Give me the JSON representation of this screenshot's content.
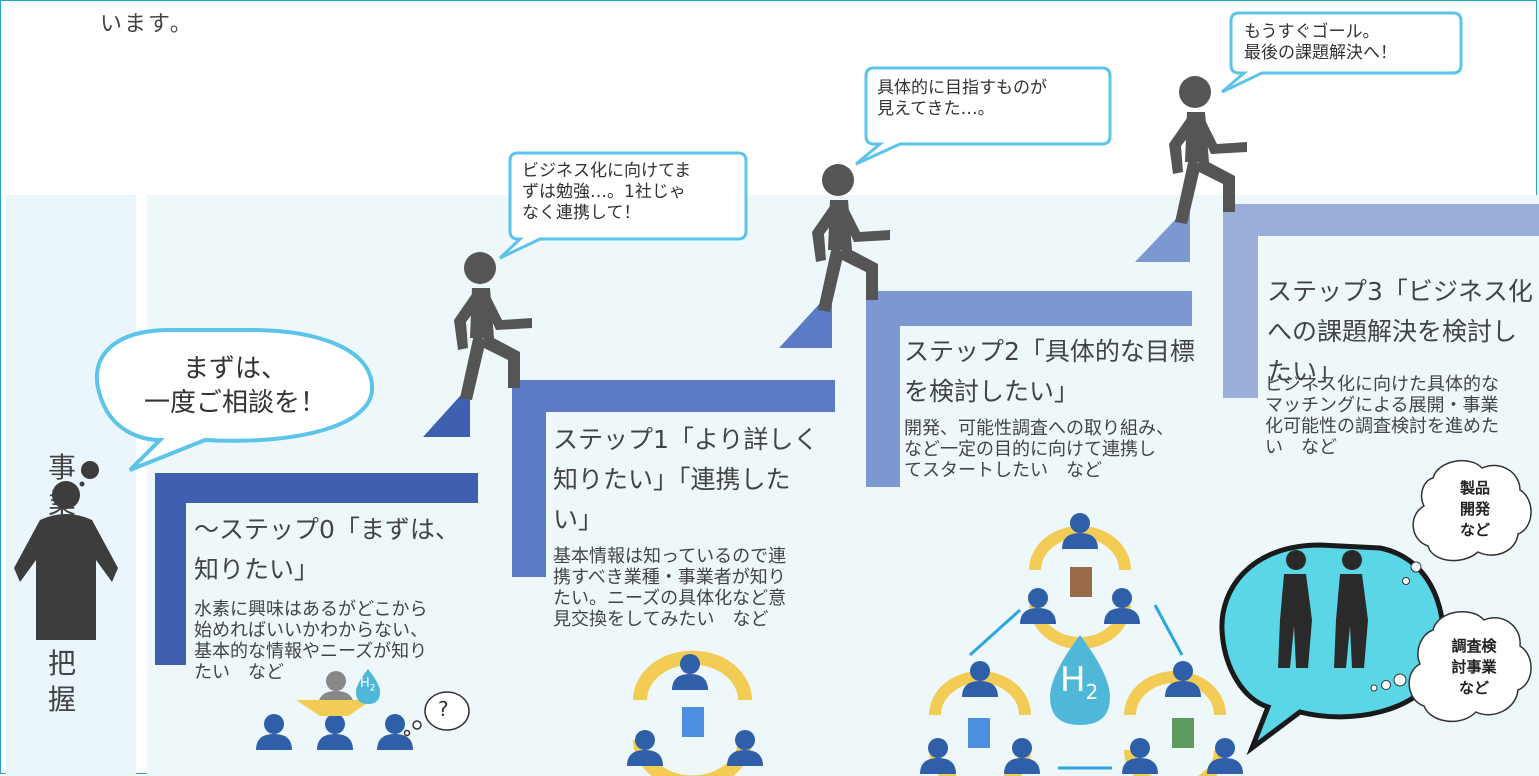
{
  "intro_text": "います。",
  "sidebar": {
    "top_label": "事業者の",
    "bottom_label": "を把握"
  },
  "start_bubble": {
    "line1": "まずは、",
    "line2": "一度ご相談を！"
  },
  "steps": [
    {
      "title_lines": [
        "～ステップ0「まずは、",
        "知りたい」"
      ],
      "desc_lines": [
        "水素に興味はあるがどこから",
        "始めればいいかわからない、",
        "基本的な情報やニーズが知り",
        "たい　など"
      ]
    },
    {
      "title_lines": [
        "ステップ1「より詳しく",
        "知りたい」「連携した",
        "い」"
      ],
      "desc_lines": [
        "基本情報は知っているので連",
        "携すべき業種・事業者が知り",
        "たい。ニーズの具体化など意",
        "見交換をしてみたい　など"
      ]
    },
    {
      "title_lines": [
        "ステップ2「具体的な目標",
        "を検討したい」"
      ],
      "desc_lines": [
        "開発、可能性調査への取り組み、",
        "など一定の目的に向けて連携し",
        "てスタートしたい　など"
      ]
    },
    {
      "title_lines": [
        "ステップ3「ビジネス化",
        "への課題解決を検討し",
        "たい」"
      ],
      "desc_lines": [
        "ビジネス化に向けた具体的な",
        "マッチングによる展開・事業",
        "化可能性の調査検討を進めた",
        "い　など"
      ]
    }
  ],
  "speech_bubbles": [
    {
      "lines": [
        "ビジネス化に向けてま",
        "ずは勉強…。1社じゃ",
        "なく連携して！"
      ]
    },
    {
      "lines": [
        "具体的に目指すものが",
        "見えてきた…。"
      ]
    },
    {
      "lines": [
        "もうすぐゴール。",
        "最後の課題解決へ！"
      ]
    }
  ],
  "clouds": [
    {
      "lines": [
        "製品",
        "開発",
        "など"
      ]
    },
    {
      "lines": [
        "調査検",
        "討事業",
        "など"
      ]
    }
  ],
  "question_mark": "?",
  "h2_small": {
    "main": "H",
    "sub": "2"
  },
  "h2_big": {
    "main": "H",
    "sub": "2"
  },
  "colors": {
    "frame": "#2a9fd6",
    "step0": "#3f5fb0",
    "step1": "#5b7cc4",
    "step2": "#7d97d0",
    "step3": "#9aaed9",
    "walker": "#555555",
    "bubble_border": "#5bc4e8",
    "cycle_arrow": "#f3cc55",
    "person_icon": "#2e5fa8",
    "meeting_bg": "#5ad6e6"
  }
}
